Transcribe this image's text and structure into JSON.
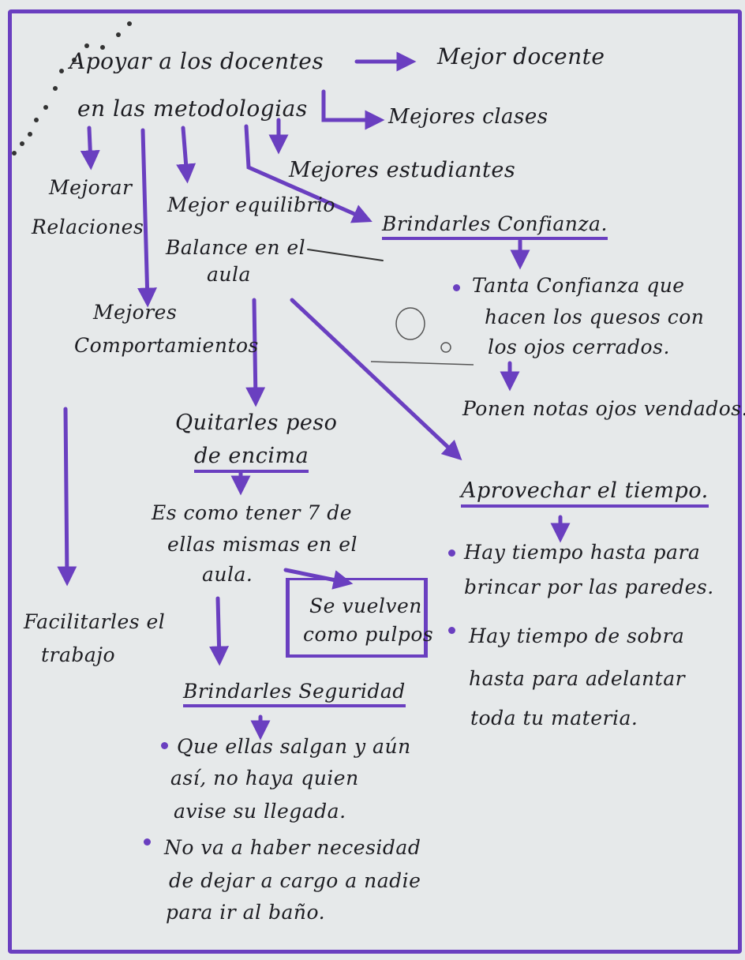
{
  "accent_color": "#6a3fc0",
  "root": {
    "line1": "Apoyar a los docentes",
    "line2": "en las metodologias"
  },
  "outcomes": {
    "mejor_docente": "Mejor docente",
    "mejores_clases": "Mejores clases",
    "mejores_estudiantes": "Mejores estudiantes"
  },
  "branches": {
    "mejorar_relaciones": {
      "line1": "Mejorar",
      "line2": "Relaciones"
    },
    "mejores_comportamientos": {
      "line1": "Mejores",
      "line2": "Comportamientos"
    },
    "mejor_equilibrio": "Mejor equilibrio",
    "balance": {
      "line1": "Balance en el",
      "line2": "aula"
    },
    "facilitarles": {
      "line1": "Facilitarles el",
      "line2": "trabajo"
    }
  },
  "confianza": {
    "title": "Brindarles Confianza.",
    "note1": [
      "Tanta Confianza que",
      "hacen los quesos con",
      "los ojos cerrados."
    ],
    "note2": "Ponen notas ojos vendados."
  },
  "peso": {
    "title_line1": "Quitarles peso",
    "title_line2": "de encima",
    "note": [
      "Es como tener 7 de",
      "ellas mismas en el",
      "aula."
    ],
    "box": [
      "Se vuelven",
      "como pulpos"
    ]
  },
  "tiempo": {
    "title": "Aprovechar el tiempo.",
    "note1": [
      "Hay tiempo hasta para",
      "brincar por las paredes."
    ],
    "note2": [
      "Hay tiempo de sobra",
      "hasta para adelantar",
      "toda tu materia."
    ]
  },
  "seguridad": {
    "title": "Brindarles Seguridad",
    "note1": [
      "Que ellas salgan y aún",
      "así, no haya quien",
      "avise su llegada."
    ],
    "note2": [
      "No va a haber necesidad",
      "de dejar a cargo a nadie",
      "para ir al baño."
    ]
  }
}
